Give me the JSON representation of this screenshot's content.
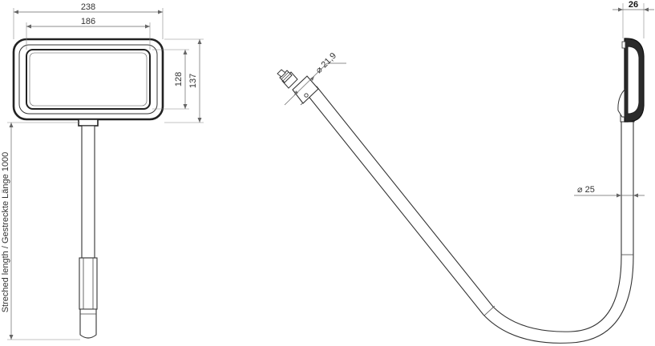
{
  "dimensions": {
    "head_width": "238",
    "inner_width": "186",
    "inner_height": "128",
    "head_height": "137",
    "side_depth": "26",
    "tube_diameter_small": "⌀ 21,9",
    "tube_diameter_large": "⌀ 25"
  },
  "vertical_label": "Streched length / Gestreckte Länge 1000",
  "colors": {
    "line": "#333333",
    "dimension": "#666666",
    "head_fill": "#2b2b2b"
  }
}
